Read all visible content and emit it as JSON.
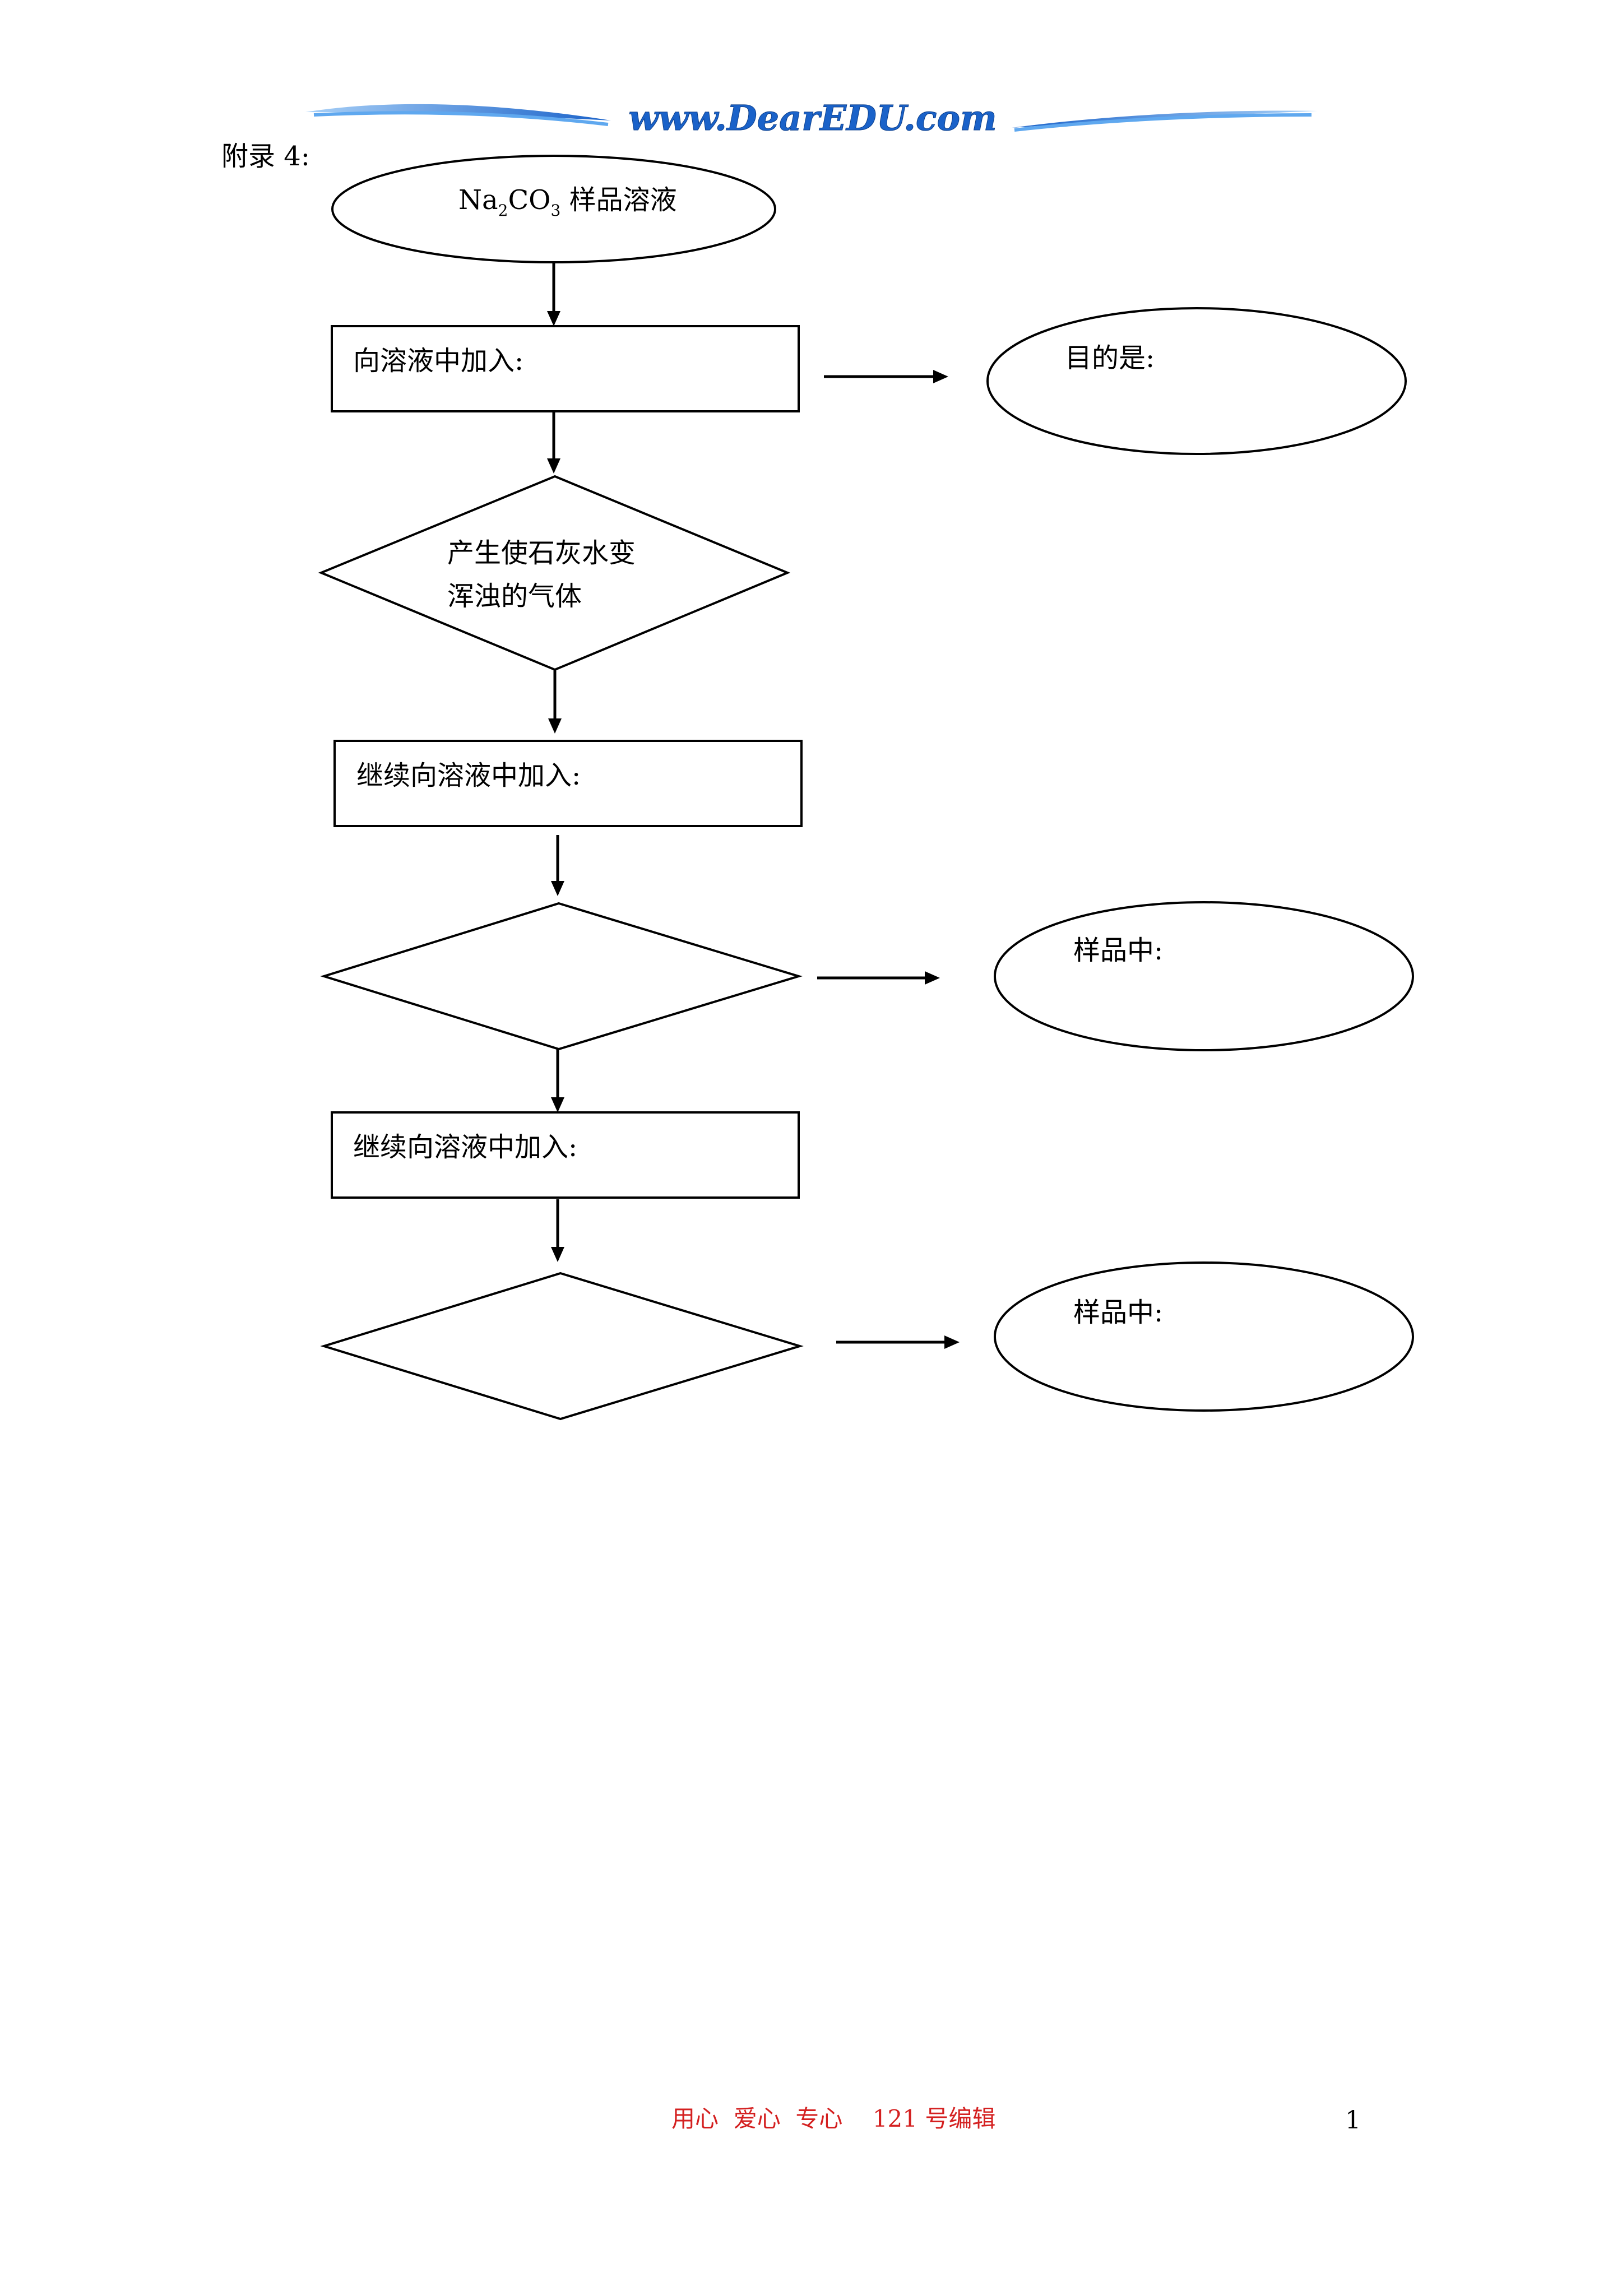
{
  "header": {
    "site_name": "www.DearEDU.com"
  },
  "appendix_label": "附录 4:",
  "flowchart": {
    "start": {
      "formula_na": "Na",
      "formula_sub1": "2",
      "formula_co": "CO",
      "formula_sub2": "3",
      "suffix": " 样品溶液"
    },
    "step1": "向溶液中加入:",
    "purpose": "目的是:",
    "decision1_line1": "产生使石灰水变",
    "decision1_line2": "浑浊的气体",
    "step2": "继续向溶液中加入:",
    "result1": "样品中:",
    "step3": "继续向溶液中加入:",
    "result2": "样品中:"
  },
  "footer": {
    "slogan": "用心  爱心  专心    121 号编辑",
    "page_number": "1",
    "slogan_color": "#d42020"
  },
  "colors": {
    "brand_blue": "#1a62c9",
    "brand_light": "#5fa8ef"
  }
}
